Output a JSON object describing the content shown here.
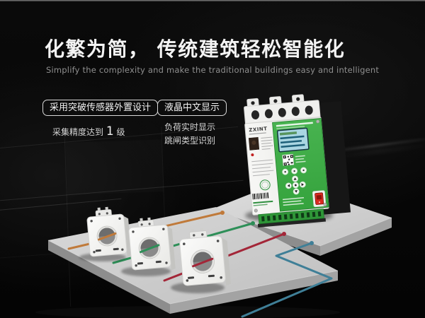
{
  "page": {
    "background": "#070707",
    "top_edge_color": "#9a9a9a"
  },
  "header": {
    "title": "化繁为简， 传统建筑轻松智能化",
    "subtitle": "Simplify the complexity and make the traditional buildings easy and intelligent"
  },
  "features": [
    {
      "tag": "采用突破传感器外置设计",
      "detail": {
        "prefix": "采集精度达到 ",
        "value": "1",
        "suffix": " 级"
      }
    },
    {
      "tag": "液晶中文显示",
      "details": [
        "负荷实时显示",
        "跳闸类型识别"
      ]
    }
  ],
  "device": {
    "brand": "ZXINT",
    "panel_color": "#35a33d",
    "panel_color_light": "#48b350",
    "lcd_color": "#a9d6e2",
    "switch_color": "#d92b21"
  },
  "illustration": {
    "platform_color": "#cdcdcd",
    "sensor_count": 3,
    "sensors": [
      {
        "name": "current-transformer-1",
        "wire_color": "#c07a3a"
      },
      {
        "name": "current-transformer-2",
        "wire_color": "#2e8f58"
      },
      {
        "name": "current-transformer-3",
        "wire_color": "#a32638"
      }
    ],
    "comm_wire_color": "#3f7f97"
  }
}
